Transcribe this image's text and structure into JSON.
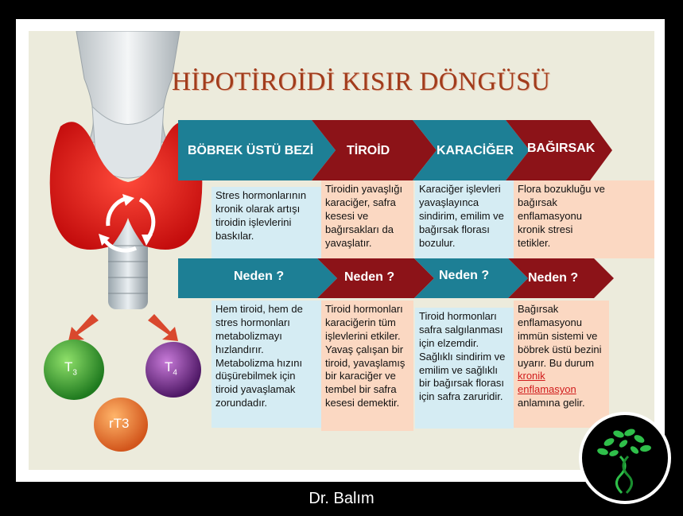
{
  "title": "HİPOTİROİDİ KISIR DÖNGÜSÜ",
  "row1_labels": [
    "BÖBREK ÜSTÜ BEZİ",
    "TİROİD",
    "KARACİĞER",
    "BAĞIRSAK"
  ],
  "row1_texts": [
    "Stres hormonlarının kronik olarak artışı tiroidin işlevlerini baskılar.",
    "Tiroidin yavaşlığı karaciğer, safra kesesi ve bağırsakları da yavaşlatır.",
    "Karaciğer işlevleri yavaşlayınca sindirim, emilim ve bağırsak florası bozulur.",
    "Flora bozukluğu ve bağırsak enflamasyonu kronik stresi tetikler."
  ],
  "row2_labels": [
    "Neden ?",
    "Neden ?",
    "Neden ?",
    "Neden ?"
  ],
  "row2_texts": [
    "Hem tiroid, hem de stres hormonları metabolizmayı hızlandırır. Metabolizma hızını düşürebilmek için tiroid yavaşlamak zorundadır.",
    "Tiroid hormonları karaciğerin tüm işlevlerini etkiler. Yavaş çalışan bir tiroid, yavaşlamış bir karaciğer ve tembel bir safra kesesi demektir.",
    "Tiroid hormonları safra salgılanması için elzemdir. Sağlıklı sindirim ve emilim ve sağlıklı bir bağırsak florası için safra zaruridir.",
    "Bağırsak enflamasyonu immün sistemi ve böbrek üstü bezini uyarır."
  ],
  "row2_box4_extra_before": "Bu durum ",
  "row2_box4_link": "kronik enflamasyon",
  "row2_box4_extra_after": " anlamına gelir.",
  "hormones": {
    "t3_main": "T",
    "t3_sub": "3",
    "t4_main": "T",
    "t4_sub": "4",
    "rt3": "rT3"
  },
  "footer": "Dr. Balım",
  "colors": {
    "teal": "#1d7f95",
    "maroon": "#8c1318",
    "title": "#a13c1c",
    "green_ball": "#3aa637",
    "purple_ball": "#7a2f8f",
    "orange_ball": "#e47a30"
  }
}
